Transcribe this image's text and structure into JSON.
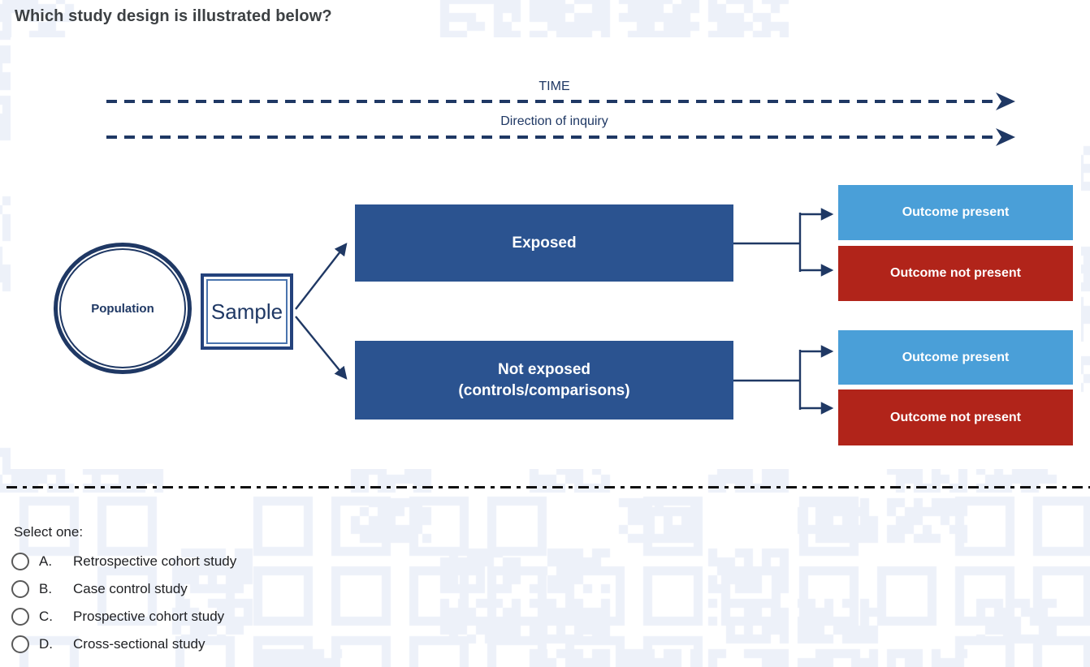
{
  "theme": {
    "navy": "#1F3864",
    "box_blue": "#2B5390",
    "light_blue": "#4A9FD8",
    "red": "#B1241A",
    "title_text": "#3C4043",
    "body_text": "#202124",
    "divider": "#111111",
    "watermark": "#EDF1F9"
  },
  "question": {
    "title": "Which study design is illustrated below?"
  },
  "diagram": {
    "time_label": "TIME",
    "inquiry_label": "Direction of inquiry",
    "population_label": "Population",
    "sample_label": "Sample",
    "exposed_label": "Exposed",
    "not_exposed_line1": "Not exposed",
    "not_exposed_line2": "(controls/comparisons)",
    "exposed_outcomes": [
      {
        "label": "Outcome present",
        "status": "present"
      },
      {
        "label": "Outcome not present",
        "status": "absent"
      }
    ],
    "not_exposed_outcomes": [
      {
        "label": "Outcome present",
        "status": "present"
      },
      {
        "label": "Outcome not present",
        "status": "absent"
      }
    ]
  },
  "answer": {
    "prompt": "Select one:",
    "options": [
      {
        "letter": "A.",
        "label": "Retrospective cohort study"
      },
      {
        "letter": "B.",
        "label": "Case control study"
      },
      {
        "letter": "C.",
        "label": "Prospective cohort study"
      },
      {
        "letter": "D.",
        "label": "Cross-sectional study"
      }
    ]
  }
}
